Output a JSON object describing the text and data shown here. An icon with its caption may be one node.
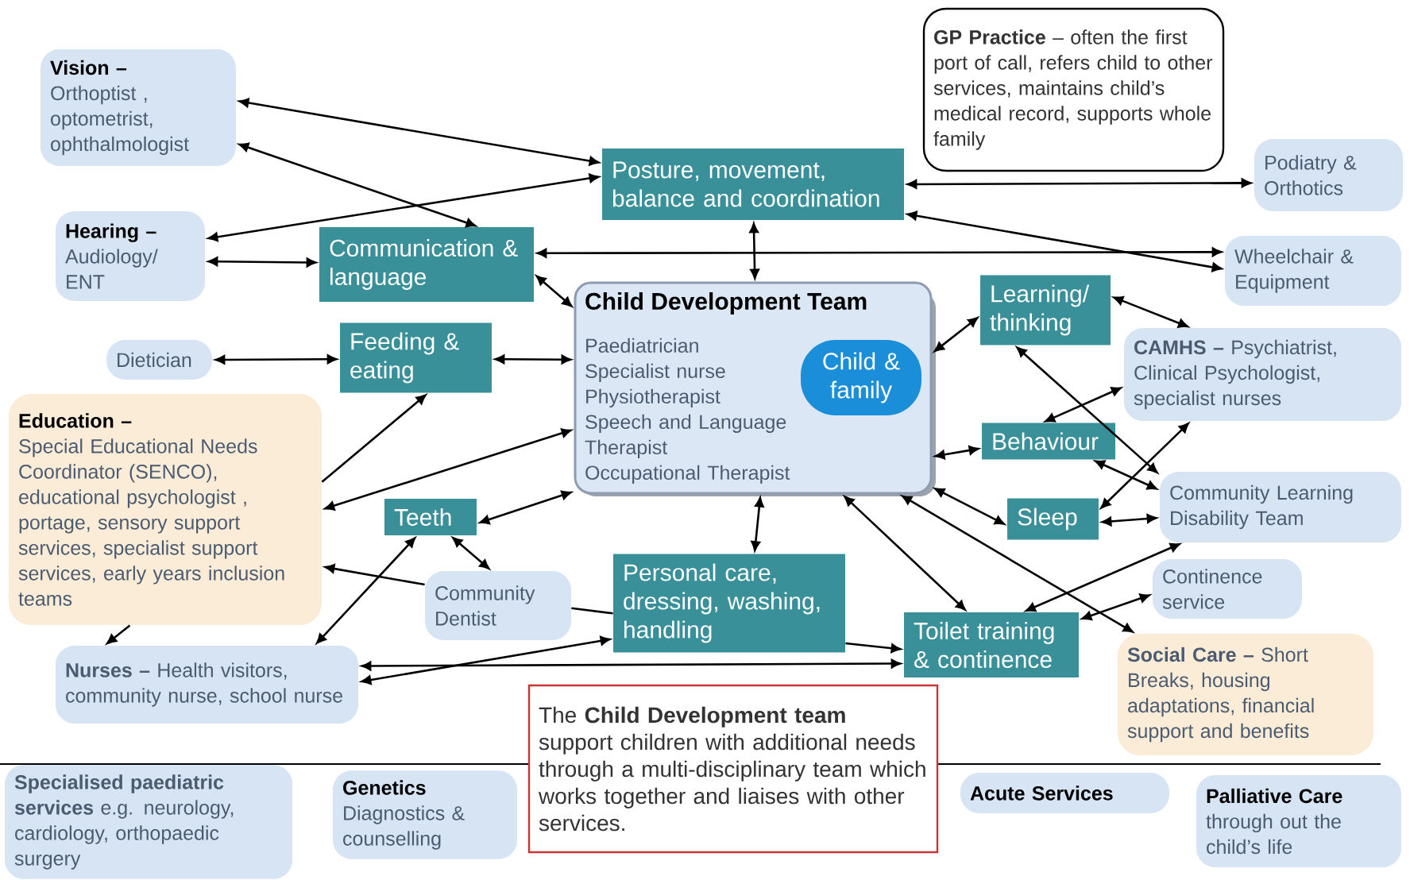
{
  "diagram": {
    "nodes": [
      {
        "text": [
          "Vision –",
          "Orthoptist , optometrist, ophthalmologist"
        ]
      },
      {
        "text": [
          "**GP Practice** – often the first port of call, refers child to other services, maintains child’s medical record, supports whole family"
        ]
      },
      {
        "text": [
          "Posture, movement, balance and coordination"
        ]
      },
      {
        "text": [
          "Podiatry & Orthotics"
        ]
      },
      {
        "text": [
          "Hearing –",
          "Audiology/ ENT"
        ]
      },
      {
        "text": [
          "Communication & language"
        ]
      },
      {
        "text": [
          "Wheelchair & Equipment"
        ]
      },
      {
        "text": [
          "Child Development Team",
          "Paediatrician",
          "Specialist nurse",
          "Physiotherapist",
          "Speech and Language Therapist",
          "Occupational Therapist"
        ]
      },
      {
        "text": [
          "Child & family"
        ],
        "in": 7
      },
      {
        "text": [
          "Learning/ thinking"
        ]
      },
      {
        "text": [
          "Dietician"
        ]
      },
      {
        "text": [
          "Feeding & eating"
        ]
      },
      {
        "text": [
          "**CAMHS –** Psychiatrist, Clinical Psychologist, specialist nurses"
        ]
      },
      {
        "text": [
          "Education –",
          "Special Educational Needs Coordinator (SENCO), educational psychologist , portage, sensory support services, specialist support services, early years inclusion teams"
        ]
      },
      {
        "text": [
          "Behaviour"
        ]
      },
      {
        "text": [
          "Teeth"
        ]
      },
      {
        "text": [
          "Sleep"
        ]
      },
      {
        "text": [
          "Community Learning Disability Team"
        ]
      },
      {
        "text": [
          "Community Dentist"
        ]
      },
      {
        "text": [
          "Personal care, dressing, washing, handling"
        ]
      },
      {
        "text": [
          "Continence service"
        ]
      },
      {
        "text": [
          "Toilet training & continence"
        ]
      },
      {
        "text": [
          "**Social Care –** Short Breaks, housing adaptations, financial support and benefits"
        ]
      },
      {
        "text": [
          "**Nurses –** Health visitors, community nurse, school nurse"
        ]
      },
      {
        "text": [
          "The **Child Development team** support children with additional needs through a multi-disciplinary team which works together and liaises with other services."
        ]
      },
      {
        "text": [
          "**Specialised paediatric services** e.g. neurology, cardiology, orthopaedic surgery"
        ]
      },
      {
        "text": [
          "Genetics",
          "Diagnostics & counselling"
        ]
      },
      {
        "text": [
          "Acute Services"
        ]
      },
      {
        "text": [
          "Palliative Care",
          "through out the child’s life"
        ]
      }
    ],
    "edges": [
      {
        "from": 0,
        "to": 2,
        "arrow": "both"
      },
      {
        "from": 0,
        "to": 5,
        "arrow": "both"
      },
      {
        "from": 4,
        "to": 2,
        "arrow": "both"
      },
      {
        "from": 4,
        "to": 5,
        "arrow": "both"
      },
      {
        "from": 5,
        "to": 6,
        "arrow": "both"
      },
      {
        "from": 2,
        "to": 7,
        "arrow": "both"
      },
      {
        "from": 2,
        "to": 3,
        "arrow": "both"
      },
      {
        "from": 2,
        "to": 6,
        "arrow": "both"
      },
      {
        "from": 5,
        "to": 7,
        "arrow": "both"
      },
      {
        "from": 10,
        "to": 11,
        "arrow": "both"
      },
      {
        "from": 11,
        "to": 7,
        "arrow": "both"
      },
      {
        "from": 13,
        "to": 11,
        "arrow": "to"
      },
      {
        "from": 13,
        "to": 7,
        "arrow": "both"
      },
      {
        "from": 15,
        "to": 7,
        "arrow": "both"
      },
      {
        "from": 15,
        "to": 18,
        "arrow": "both"
      },
      {
        "from": 15,
        "to": 23,
        "arrow": "both"
      },
      {
        "from": 18,
        "to": 13,
        "arrow": "to"
      },
      {
        "from": 13,
        "to": 23,
        "arrow": "to"
      },
      {
        "from": 18,
        "to": 19,
        "arrow": "none"
      },
      {
        "from": 19,
        "to": 21,
        "arrow": "to"
      },
      {
        "from": 23,
        "to": 19,
        "arrow": "both"
      },
      {
        "from": 23,
        "to": 21,
        "arrow": "both"
      },
      {
        "from": 7,
        "to": 9,
        "arrow": "both"
      },
      {
        "from": 7,
        "to": 14,
        "arrow": "both"
      },
      {
        "from": 7,
        "to": 16,
        "arrow": "both"
      },
      {
        "from": 7,
        "to": 21,
        "arrow": "both"
      },
      {
        "from": 7,
        "to": 22,
        "arrow": "both"
      },
      {
        "from": 7,
        "to": 19,
        "arrow": "both"
      },
      {
        "from": 9,
        "to": 12,
        "arrow": "both"
      },
      {
        "from": 9,
        "to": 17,
        "arrow": "both"
      },
      {
        "from": 14,
        "to": 12,
        "arrow": "both"
      },
      {
        "from": 14,
        "to": 17,
        "arrow": "both"
      },
      {
        "from": 16,
        "to": 12,
        "arrow": "both"
      },
      {
        "from": 16,
        "to": 17,
        "arrow": "both"
      },
      {
        "from": 21,
        "to": 17,
        "arrow": "both"
      },
      {
        "from": 21,
        "to": 20,
        "arrow": "both"
      }
    ]
  }
}
